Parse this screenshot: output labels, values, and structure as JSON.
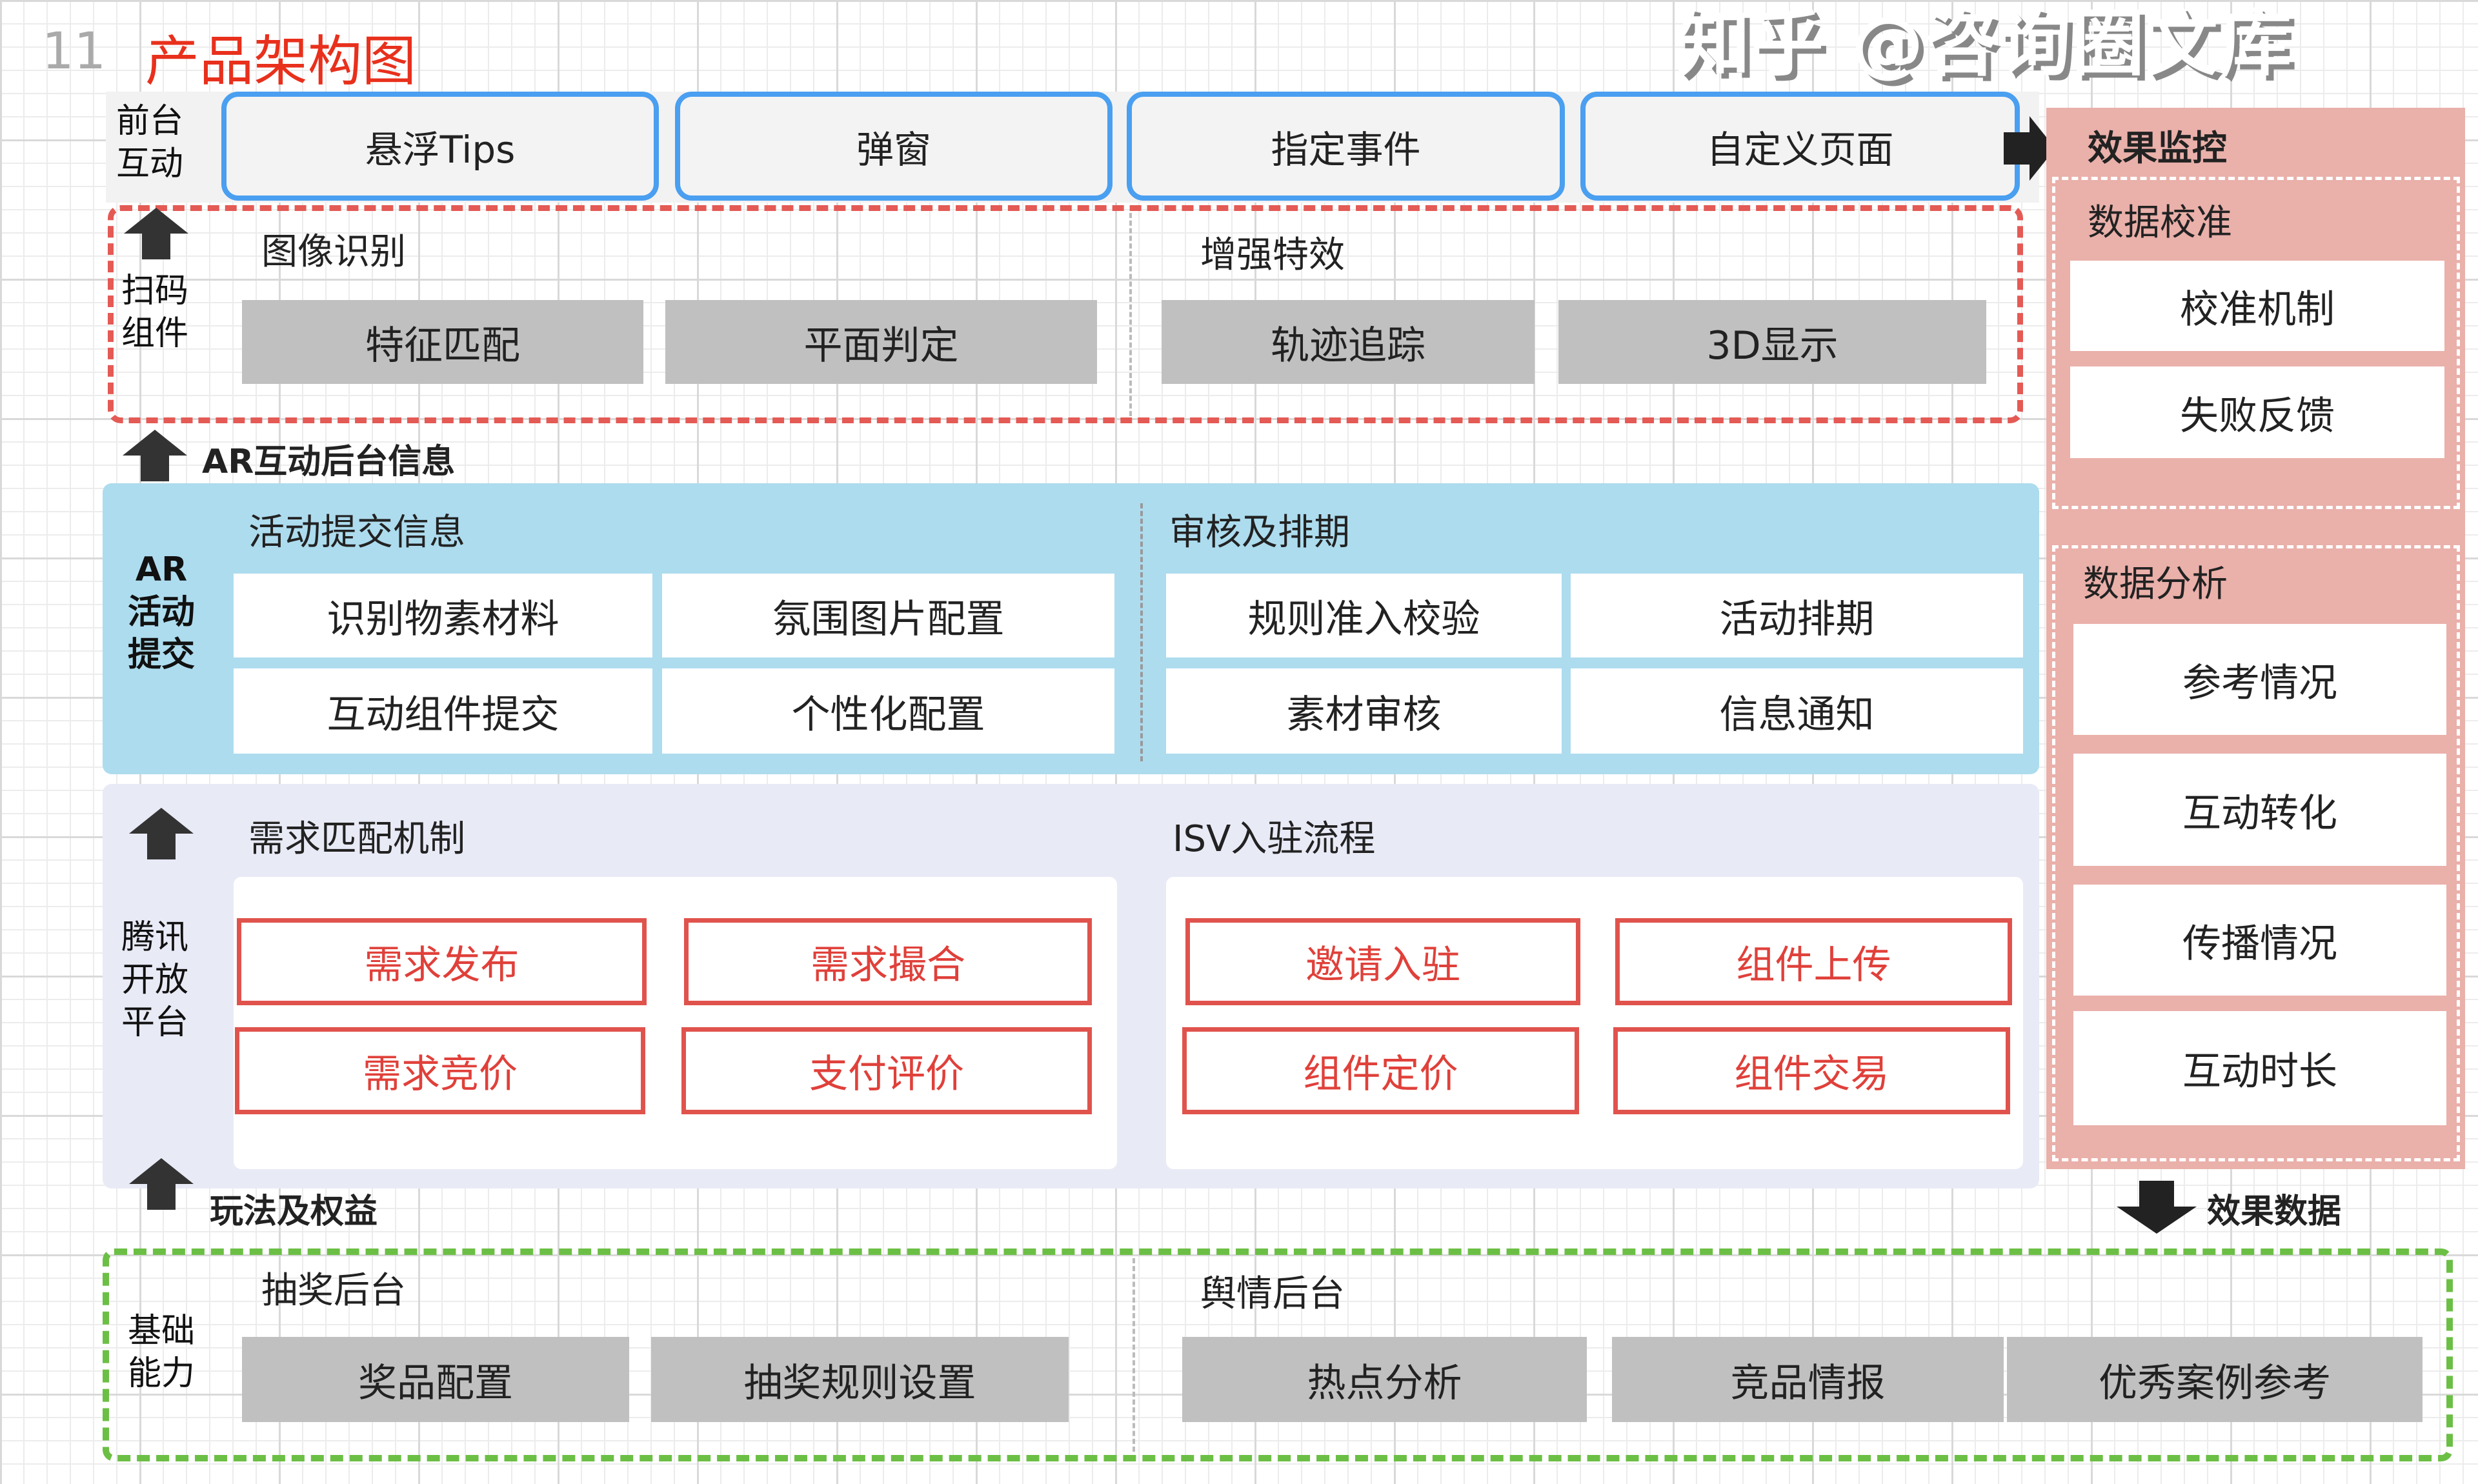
{
  "page_number": "11",
  "title": "产品架构图",
  "front": {
    "label": "前台互动",
    "items": [
      "悬浮Tips",
      "弹窗",
      "指定事件",
      "自定义页面"
    ]
  },
  "scan": {
    "label": "扫码组件",
    "group1": {
      "title": "图像识别",
      "items": [
        "特征匹配",
        "平面判定"
      ]
    },
    "group2": {
      "title": "增强特效",
      "items": [
        "轨迹追踪",
        "3D显示"
      ]
    }
  },
  "ar_info": "AR互动后台信息",
  "ar": {
    "label": "AR活动提交",
    "group1": {
      "title": "活动提交信息",
      "items": [
        "识别物素材料",
        "氛围图片配置",
        "互动组件提交",
        "个性化配置"
      ]
    },
    "group2": {
      "title": "审核及排期",
      "items": [
        "规则准入校验",
        "活动排期",
        "素材审核",
        "信息通知"
      ]
    }
  },
  "tencent": {
    "label": "腾讯开放平台",
    "group1": {
      "title": "需求匹配机制",
      "items": [
        "需求发布",
        "需求撮合",
        "需求竞价",
        "支付评价"
      ]
    },
    "group2": {
      "title": "ISV入驻流程",
      "items": [
        "邀请入驻",
        "组件上传",
        "组件定价",
        "组件交易"
      ]
    }
  },
  "play": "玩法及权益",
  "base": {
    "label": "基础能力",
    "group1": {
      "title": "抽奖后台",
      "items": [
        "奖品配置",
        "抽奖规则设置"
      ]
    },
    "group2": {
      "title": "舆情后台",
      "items": [
        "热点分析",
        "竞品情报",
        "优秀案例参考"
      ]
    }
  },
  "monitor": {
    "title": "效果监控",
    "calib": {
      "title": "数据校准",
      "items": [
        "校准机制",
        "失败反馈"
      ]
    },
    "analysis": {
      "title": "数据分析",
      "items": [
        "参考情况",
        "互动转化",
        "传播情况",
        "互动时长"
      ]
    }
  },
  "effect_data": "效果数据",
  "watermark": "知乎 @咨询圈文库",
  "colors": {
    "title": "#e8301c",
    "blue_border": "#4a9ff0",
    "red_dash": "#e45a55",
    "ar_panel": "#addcee",
    "open_panel": "#e8eaf6",
    "green_dash": "#6cbf45",
    "monitor_panel": "#eab0aa",
    "grey_box": "#c0c0c0"
  }
}
